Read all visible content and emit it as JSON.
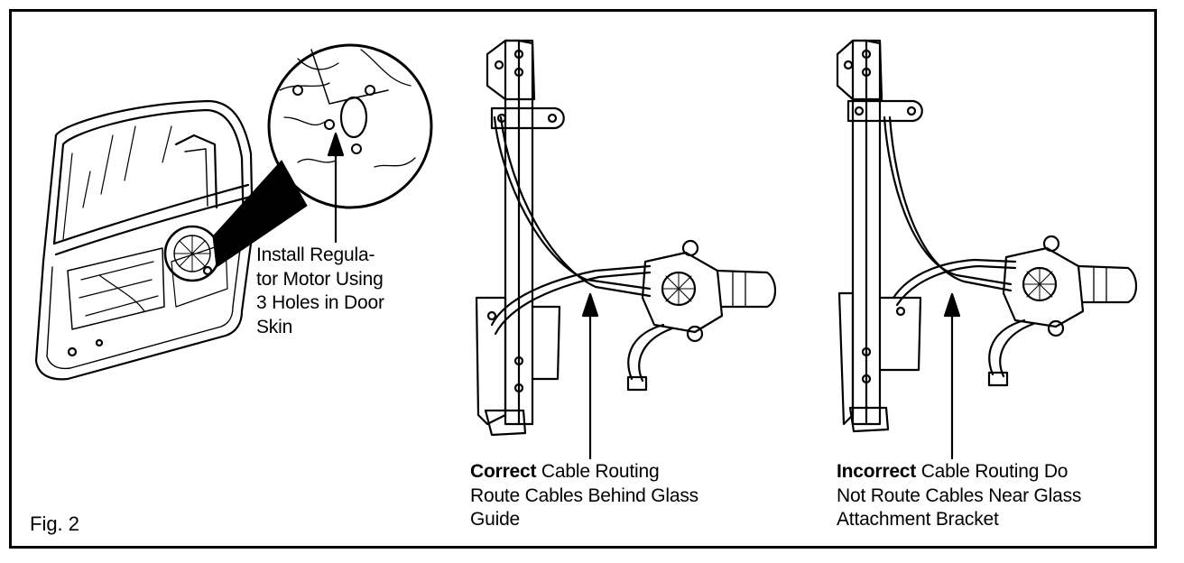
{
  "figure": {
    "label": "Fig. 2"
  },
  "callouts": {
    "install": {
      "line1": "Install Regula-",
      "line2": "tor Motor Using",
      "line3": "3 Holes in Door",
      "line4": "Skin"
    },
    "correct": {
      "bold": "Correct",
      "line1_rest": " Cable Routing",
      "line2": "Route Cables Behind Glass",
      "line3": "Guide"
    },
    "incorrect": {
      "bold": "Incorrect",
      "line1_rest": " Cable Routing Do",
      "line2": "Not Route Cables Near Glass",
      "line3": "Attachment Bracket"
    }
  }
}
